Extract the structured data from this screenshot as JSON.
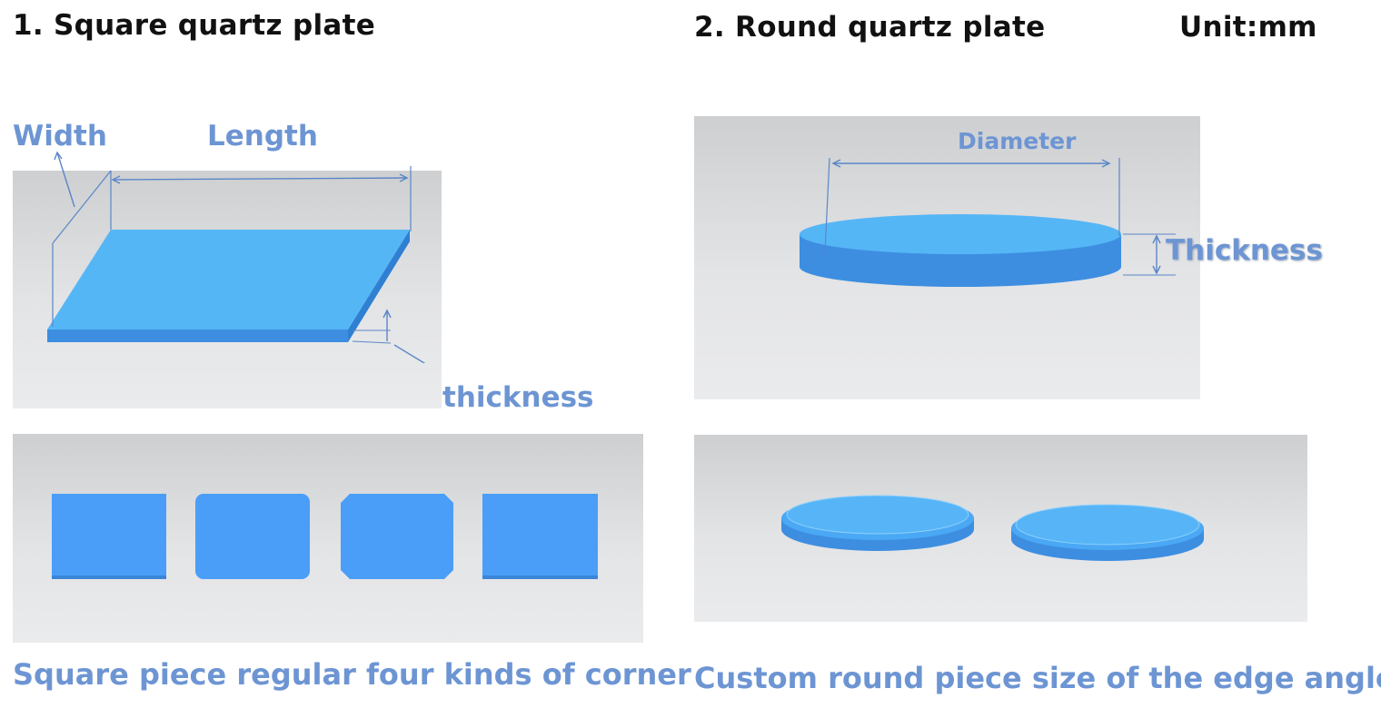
{
  "square": {
    "heading": "1.  Square quartz plate",
    "labels": {
      "width": "Width",
      "length": "Length",
      "thickness": "thickness"
    },
    "caption": "Square piece regular four kinds of corner",
    "corner_shapes": [
      "square-corner-icon",
      "rounded-corner-icon",
      "chamfered-corner-icon",
      "square-corner-icon"
    ]
  },
  "round": {
    "heading": "2.  Round quartz plate",
    "unit": "Unit:mm",
    "labels": {
      "diameter": "Diameter",
      "thickness": "Thickness"
    },
    "caption": "Custom round piece size of the edge angle",
    "edge_shapes": [
      "chamfered-edge-disc-icon",
      "rounded-edge-disc-icon"
    ]
  },
  "colors": {
    "plate_top": "#55b6f6",
    "plate_side": "#3d8ee0",
    "label_blue": "#6d95d3",
    "dimension_line": "#5a86c8",
    "heading": "#111111"
  }
}
